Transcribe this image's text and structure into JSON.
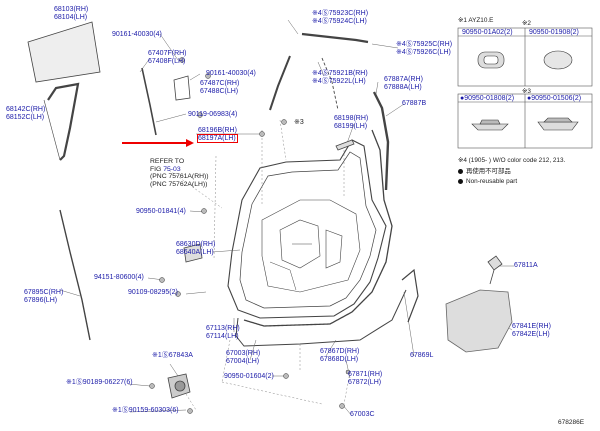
{
  "labels": {
    "l68103": [
      "68103(RH)",
      "68104(LH)"
    ],
    "l90161a": "90161-40030(4)",
    "l67407": [
      "67407F(RH)",
      "67408F(LH)"
    ],
    "l90161b": "90161-40030(4)",
    "l67487": [
      "67487C(RH)",
      "67488C(LH)"
    ],
    "l68142": [
      "68142C(RH)",
      "68152C(LH)"
    ],
    "l90119": "90119-06983(4)",
    "l68196": [
      "68196B(RH)",
      "68197A(LH)"
    ],
    "l3a": "※3",
    "l75923": [
      "※4Ⓢ75923C(RH)",
      "※4Ⓢ75924C(LH)"
    ],
    "l75925": [
      "※4Ⓢ75925C(RH)",
      "※4Ⓢ75926C(LH)"
    ],
    "l75921": [
      "※4Ⓢ75921B(RH)",
      "※4Ⓢ75922L(LH)"
    ],
    "l67887": [
      "67887A(RH)",
      "67888A(LH)"
    ],
    "l67887b": "67887B",
    "l68198": [
      "68198(RH)",
      "68199(LH)"
    ],
    "l90950a": "90950-01841(4)",
    "l68630": [
      "68630D(RH)",
      "68640A(LH)"
    ],
    "l94151": "94151-80600(4)",
    "l90109": "90109-08295(2)",
    "l67895": [
      "67895C(RH)",
      "67896(LH)"
    ],
    "l67113": [
      "67113(RH)",
      "67114(LH)"
    ],
    "l67003": [
      "67003(RH)",
      "67004(LH)"
    ],
    "l90950b": "90950-01604(2)",
    "l67867": [
      "67867D(RH)",
      "67868D(LH)"
    ],
    "l67871": [
      "67871(RH)",
      "67872(LH)"
    ],
    "l67869": "67869L",
    "l67003c": "67003C",
    "l67811": "67811A",
    "l67841": [
      "67841E(RH)",
      "67842E(LH)"
    ],
    "l67843": "※1Ⓢ67843A",
    "l90189": "※1Ⓢ90189-06227(6)",
    "l90159": "※1Ⓢ90159-60303(6)"
  },
  "refer": {
    "line1": "REFER TO",
    "line2_prefix": "FIG ",
    "line2_fig": "75-03",
    "line3": "(PNC 75761A(RH))",
    "line4": "(PNC 75762A(LH))"
  },
  "legend": {
    "note1": "※1 AYZ10.E",
    "note2": "※2",
    "note3": "※3",
    "parts2": [
      "90950-01A02(2)",
      "90950-01908(2)"
    ],
    "parts3": [
      "●90950-01808(2)",
      "●90950-01506(2)"
    ],
    "note4": "※4 (1905-    )     W/O color code 212, 213.",
    "reuse": "再使用不可部品",
    "nonreuse": "Non-reusable part"
  },
  "diagram_id": "678286E",
  "colors": {
    "label_blue": "#1a1aa8",
    "highlight_red": "#e00000",
    "line_gray": "#555555"
  }
}
